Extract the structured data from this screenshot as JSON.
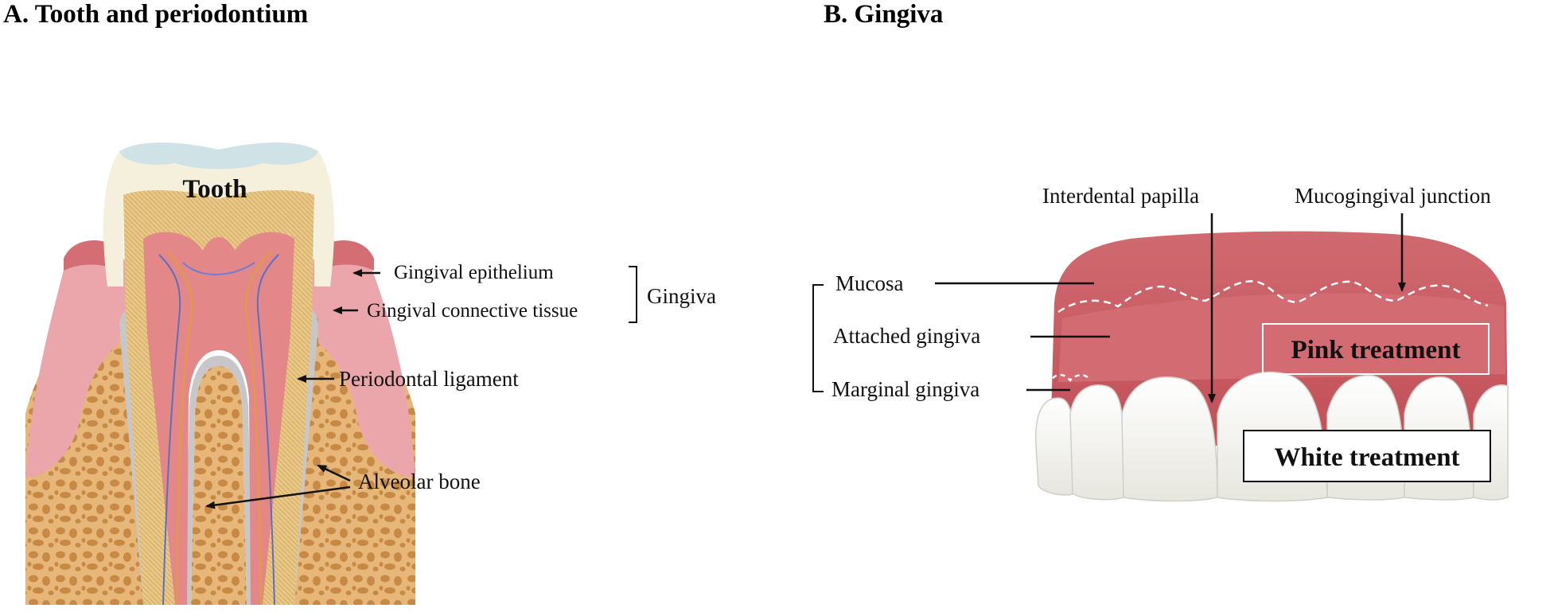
{
  "panels": {
    "a": {
      "title": "A. Tooth and periodontium",
      "tooth_label": "Tooth",
      "labels": {
        "gingival_epithelium": "Gingival epithelium",
        "gingival_connective_tissue": "Gingival connective tissue",
        "gingiva_group": "Gingiva",
        "periodontal_ligament": "Periodontal ligament",
        "alveolar_bone": "Alveolar bone"
      }
    },
    "b": {
      "title": "B. Gingiva",
      "labels": {
        "interdental_papilla": "Interdental papilla",
        "mucogingival_junction": "Mucogingival junction",
        "mucosa": "Mucosa",
        "attached_gingiva": "Attached gingiva",
        "marginal_gingiva": "Marginal gingiva"
      },
      "boxes": {
        "pink_treatment": "Pink treatment",
        "white_treatment": "White treatment"
      }
    }
  },
  "colors": {
    "gum_pink": "#e9a3a7",
    "gum_dark": "#c9555d",
    "bone": "#e6b477",
    "bone_spot": "#c98a43",
    "ligament": "#c6c6c8",
    "enamel": "#f2efdf",
    "dentin": "#e7c581",
    "pulp": "#e58486",
    "mucosa_b": "#c9585f",
    "teeth_b": "#f3f3ef"
  }
}
